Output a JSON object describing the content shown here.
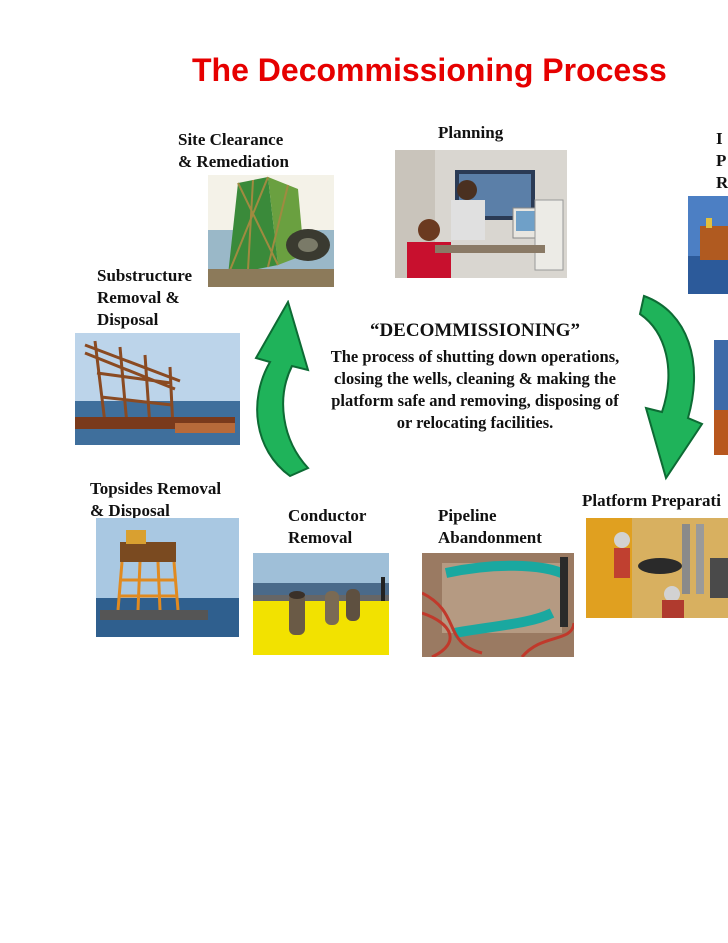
{
  "title": {
    "text": "The Decommissioning Process",
    "color": "#e60000"
  },
  "center": {
    "heading": "“DECOMMISSIONING”",
    "lines": [
      "The process of shutting down operations,",
      "closing the wells, cleaning & making the",
      "platform safe and removing, disposing of",
      "or relocating facilities."
    ]
  },
  "stages": {
    "planning": {
      "label": "Planning"
    },
    "inventory": {
      "lines": [
        "I",
        "P",
        "R"
      ]
    },
    "site_clearance": {
      "lines": [
        "Site Clearance",
        "& Remediation"
      ]
    },
    "substructure": {
      "lines": [
        "Substructure",
        "Removal &",
        "Disposal"
      ]
    },
    "topsides": {
      "lines": [
        "Topsides Removal",
        "& Disposal"
      ]
    },
    "conductor": {
      "lines": [
        "Conductor",
        "Removal"
      ]
    },
    "pipeline": {
      "lines": [
        "Pipeline",
        "Abandonment"
      ]
    },
    "platform_prep": {
      "label": "Platform Preparati"
    }
  },
  "arrow_color": "#1fb35a"
}
